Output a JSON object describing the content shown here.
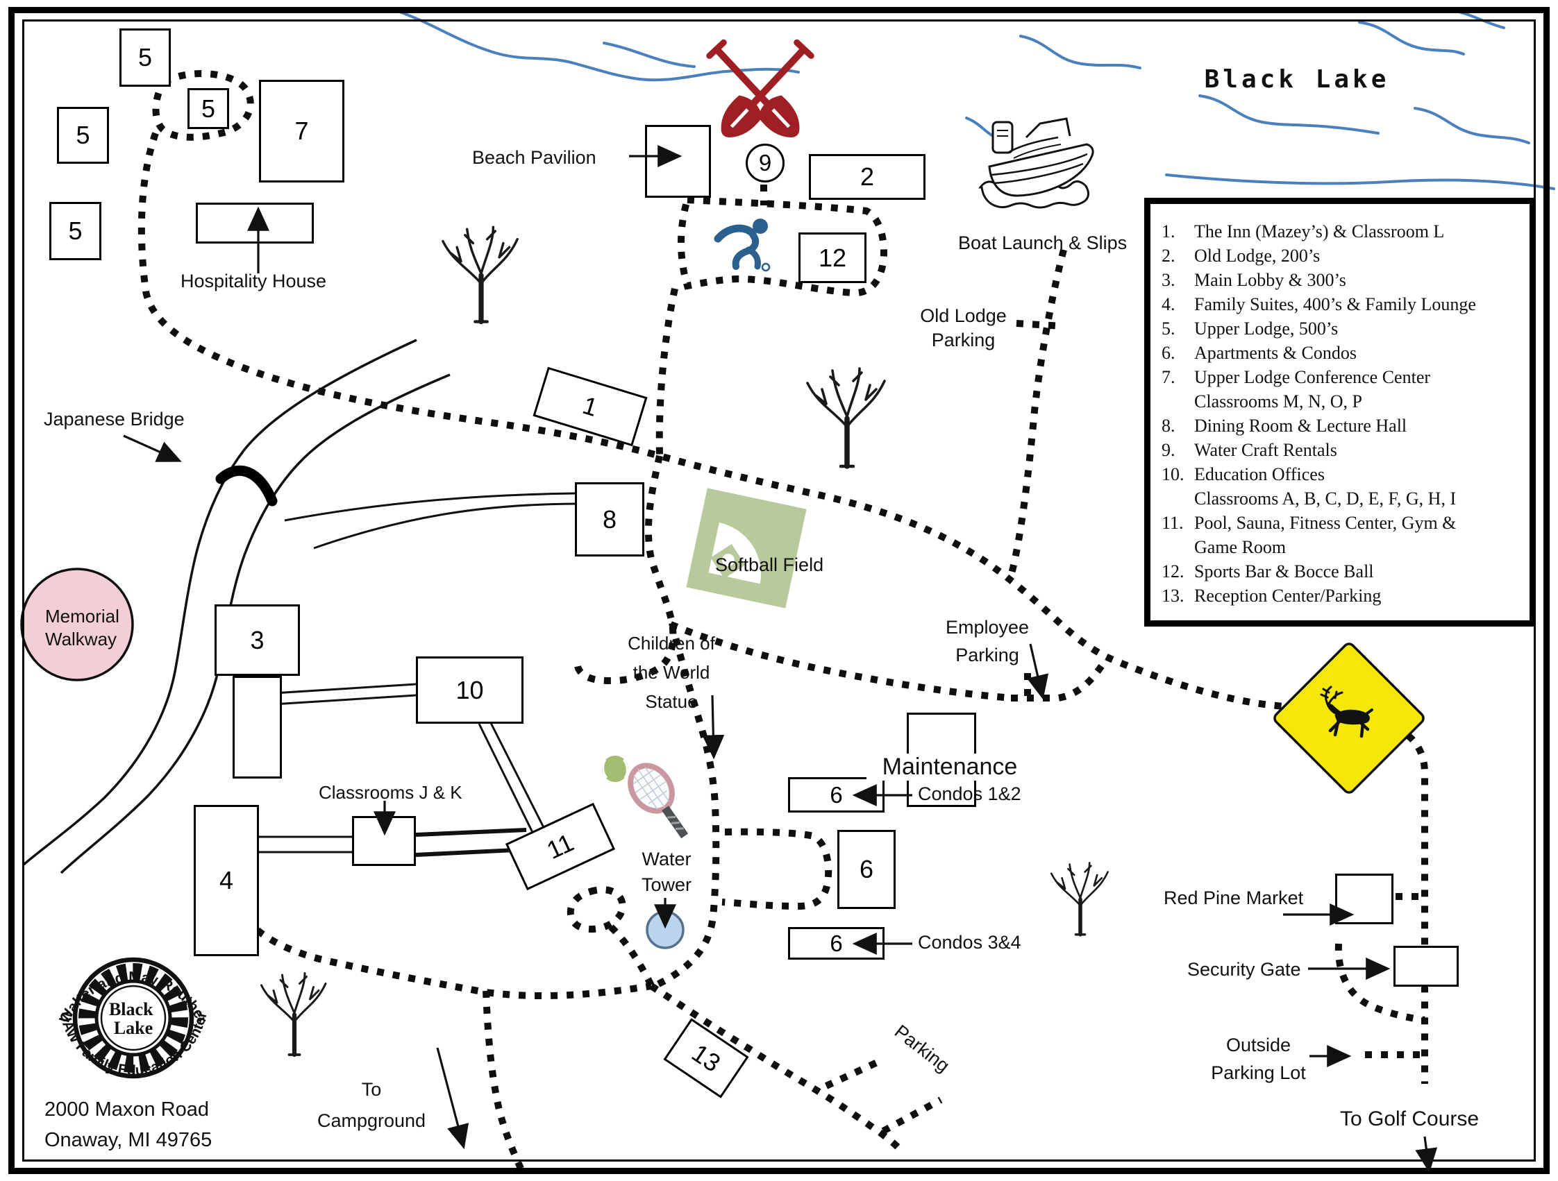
{
  "title": "Black Lake",
  "legend": {
    "items": [
      {
        "num": "1.",
        "text": "The Inn (Mazey’s) & Classroom L"
      },
      {
        "num": "2.",
        "text": "Old Lodge, 200’s"
      },
      {
        "num": "3.",
        "text": "Main Lobby & 300’s"
      },
      {
        "num": "4.",
        "text": "Family Suites, 400’s & Family Lounge"
      },
      {
        "num": "5.",
        "text": "Upper Lodge, 500’s"
      },
      {
        "num": "6.",
        "text": "Apartments & Condos"
      },
      {
        "num": "7.",
        "text": "Upper Lodge Conference Center",
        "text2": "Classrooms M, N, O, P"
      },
      {
        "num": "8.",
        "text": "Dining Room & Lecture Hall"
      },
      {
        "num": "9.",
        "text": "Water Craft Rentals"
      },
      {
        "num": "10.",
        "text": "Education Offices",
        "text2": "Classrooms A, B, C, D, E, F, G, H, I"
      },
      {
        "num": "11.",
        "text": "Pool, Sauna, Fitness Center, Gym &",
        "text2": "Game Room"
      },
      {
        "num": "12.",
        "text": "Sports Bar & Bocce Ball"
      },
      {
        "num": "13.",
        "text": "Reception Center/Parking"
      }
    ]
  },
  "buildings": {
    "b1": "1",
    "b2": "2",
    "b3": "3",
    "b4": "4",
    "b5": "5",
    "b6": "6",
    "b7": "7",
    "b8": "8",
    "b9": "9",
    "b10": "10",
    "b11": "11",
    "b12": "12",
    "b13": "13"
  },
  "labels": {
    "beach_pavilion": "Beach Pavilion",
    "hospitality_house": "Hospitality House",
    "boat_launch": "Boat Launch & Slips",
    "old_lodge_parking_1": "Old Lodge",
    "old_lodge_parking_2": "Parking",
    "japanese_bridge": "Japanese Bridge",
    "memorial_1": "Memorial",
    "memorial_2": "Walkway",
    "softball_field": "Softball Field",
    "children_1": "Children of",
    "children_2": "the World",
    "children_3": "Statue",
    "employee_1": "Employee",
    "employee_2": "Parking",
    "maintenance": "Maintenance",
    "condos12": "Condos 1&2",
    "condos34": "Condos 3&4",
    "classrooms_jk": "Classrooms J & K",
    "water_1": "Water",
    "water_2": "Tower",
    "red_pine_market": "Red Pine Market",
    "security_gate": "Security Gate",
    "outside_1": "Outside",
    "outside_2": "Parking Lot",
    "to_golf": "To Golf Course",
    "to_camp_1": "To",
    "to_camp_2": "Campground",
    "parking_rotated": "Parking"
  },
  "logo": {
    "top_arc": "Walter and May Reuther",
    "bottom_arc": "UAW Family Education Center",
    "center1": "Black",
    "center2": "Lake",
    "address1": "2000 Maxon Road",
    "address2": "Onaway, MI 49765"
  },
  "colors": {
    "water_blue": "#4a80bd",
    "paddle_red": "#9e1f24",
    "bocce_blue": "#2b5f8e",
    "field_green": "#b8ca9c",
    "sign_yellow": "#f6e70b",
    "walkway_pink": "#f2cfd4",
    "tower_blue": "#bad4ec",
    "racket_pink": "#ca96a0",
    "ball_green": "#a2bc72"
  }
}
